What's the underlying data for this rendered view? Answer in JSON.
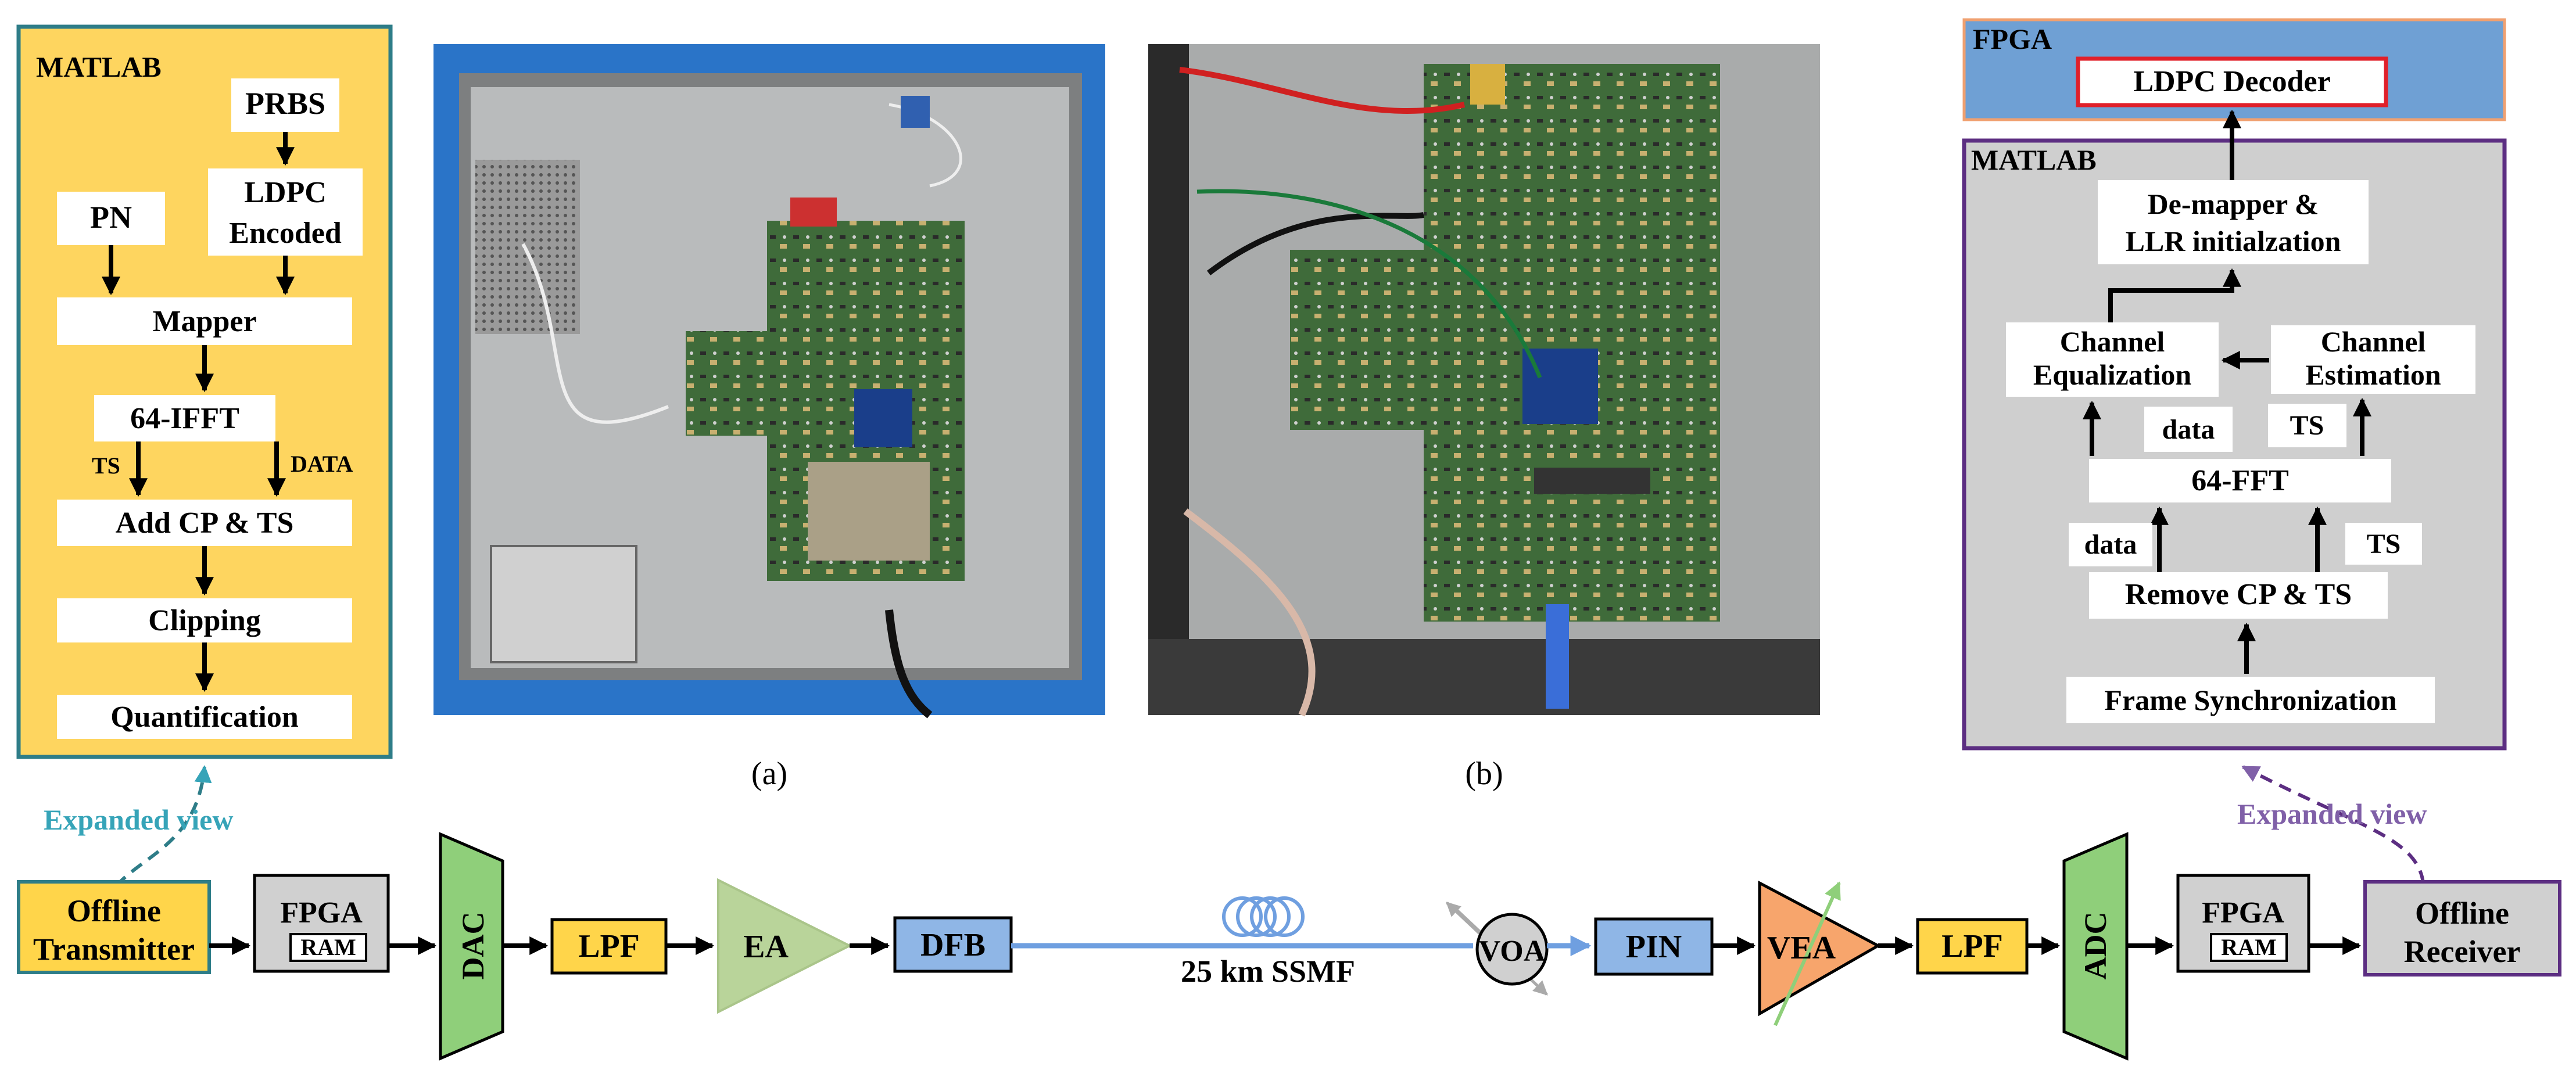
{
  "colors": {
    "matlab_tx_fill": "#fed55f",
    "matlab_tx_border": "#2e7d88",
    "matlab_rx_fill": "#cfcfcf",
    "matlab_rx_border": "#5c2e82",
    "fpga_top_fill": "#6fa0d4",
    "fpga_top_border": "#f0a070",
    "decoder_border": "#e0202a",
    "gray_block": "#d0d0d0",
    "green_block": "#8fcf7a",
    "yellow_block": "#ffd54a",
    "blue_block": "#8fb6e6",
    "ea_triangle": "#b9d49a",
    "vea_triangle": "#f7a56c",
    "fiber_line": "#6f9fe0",
    "expanded_tx_color": "#36a4b8",
    "expanded_rx_color": "#8060a8"
  },
  "tx_matlab": {
    "title": "MATLAB",
    "prbs": "PRBS",
    "ldpc_line1": "LDPC",
    "ldpc_line2": "Encoded",
    "pn": "PN",
    "mapper": "Mapper",
    "ifft": "64-IFFT",
    "ts_label": "TS",
    "data_label": "DATA",
    "add_cp": "Add CP & TS",
    "clipping": "Clipping",
    "quant": "Quantification"
  },
  "photos": {
    "a_caption": "(a)",
    "b_caption": "(b)"
  },
  "rx_fpga": {
    "title": "FPGA",
    "decoder": "LDPC Decoder"
  },
  "rx_matlab": {
    "title": "MATLAB",
    "demap_line1": "De-mapper &",
    "demap_line2": "LLR initialzation",
    "eq_line1": "Channel",
    "eq_line2": "Equalization",
    "est_line1": "Channel",
    "est_line2": "Estimation",
    "data_label_upper": "data",
    "ts_label_upper": "TS",
    "fft": "64-FFT",
    "data_label_lower": "data",
    "ts_label_lower": "TS",
    "remove_cp": "Remove CP & TS",
    "frame_sync": "Frame Synchronization"
  },
  "chain": {
    "expanded_tx": "Expanded view",
    "expanded_rx": "Expanded view",
    "offline_tx_line1": "Offline",
    "offline_tx_line2": "Transmitter",
    "fpga_tx": "FPGA",
    "ram_tx": "RAM",
    "dac": "DAC",
    "lpf_tx": "LPF",
    "ea": "EA",
    "dfb": "DFB",
    "fiber": "25 km SSMF",
    "voa": "VOA",
    "pin": "PIN",
    "vea": "VEA",
    "lpf_rx": "LPF",
    "adc": "ADC",
    "fpga_rx": "FPGA",
    "ram_rx": "RAM",
    "offline_rx_line1": "Offline",
    "offline_rx_line2": "Receiver"
  }
}
